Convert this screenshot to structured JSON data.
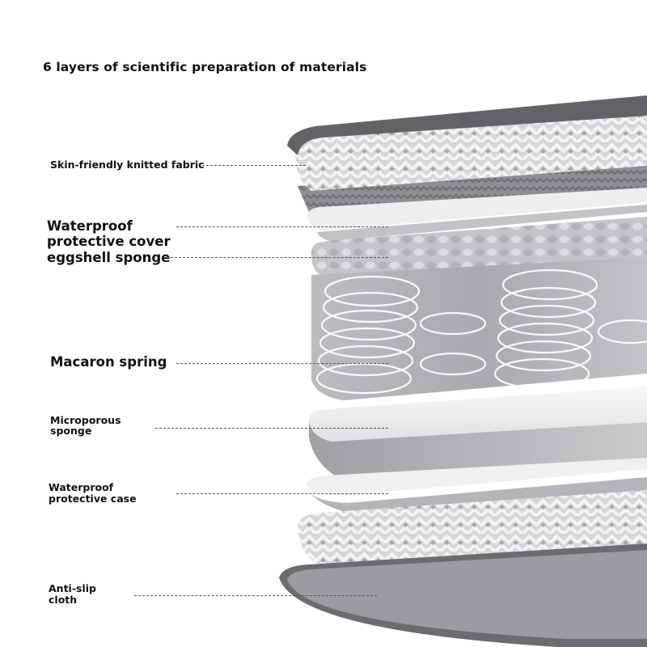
{
  "title": "6 layers of scientific preparation of materials",
  "labels": {
    "knitted": "Skin-friendly knitted fabric",
    "waterproof_cover_1": "Waterproof",
    "waterproof_cover_2": "protective cover",
    "waterproof_cover_3": "eggshell sponge",
    "spring": "Macaron spring",
    "micro_1": "Microporous",
    "micro_2": "sponge",
    "case_1": "Waterproof",
    "case_2": "protective case",
    "antislip_1": "Anti-slip",
    "antislip_2": "cloth"
  },
  "colors": {
    "dark_edge": "#5f6062",
    "fabric_light": "#d3d4d6",
    "fabric_dark": "#9a9b9e",
    "spring_coil": "#ffffff",
    "foam": "#e9eaec"
  }
}
